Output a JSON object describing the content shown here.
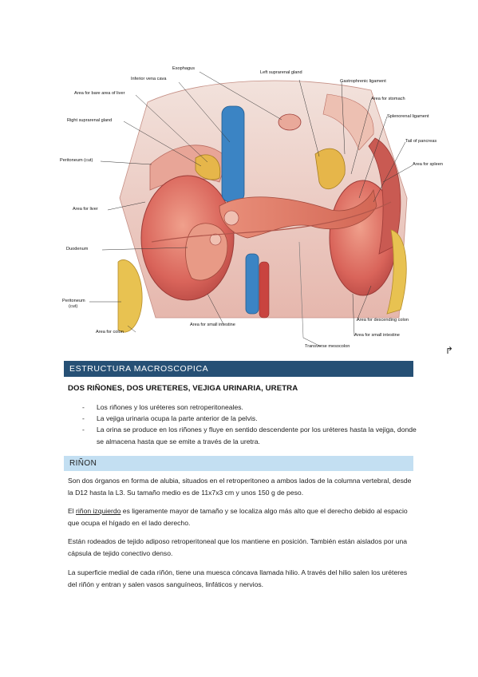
{
  "figure": {
    "labels": {
      "esophagus": "Esophagus",
      "inferior_vena_cava": "Inferior vena cava",
      "left_suprarenal_gland": "Left suprarenal gland",
      "gastrophrenic_ligament": "Gastrophrenic ligament",
      "area_for_bare_area_of_liver": "Area for bare area of liver",
      "area_for_stomach": "Area for stomach",
      "right_suprarenal_gland": "Right suprarenal gland",
      "splenorenal_ligament": "Splenorenal ligament",
      "tail_of_pancreas": "Tail of pancreas",
      "peritoneum_cut_upper": "Peritoneum (cut)",
      "area_for_spleen": "Area for spleen",
      "area_for_liver": "Area for liver",
      "duodenum": "Duodenum",
      "peritoneum_cut_lower_1": "Peritoneum",
      "peritoneum_cut_lower_2": "(cut)",
      "area_for_descending_colon": "Area for descending colon",
      "area_for_colon": "Area for colon",
      "area_for_small_intestine_left": "Area for small intestine",
      "area_for_small_intestine_right": "Area for small intestine",
      "transverse_mesocolon": "Transverse mesocolon"
    }
  },
  "page_mark": "↱",
  "section1": {
    "title": "ESTRUCTURA MACROSCOPICA",
    "heading": "DOS RIÑONES, DOS URETERES, VEJIGA URINARIA, URETRA",
    "bullet_dash": "-",
    "bullets": [
      "Los riñones y los uréteres son retroperitoneales.",
      "La vejiga urinaria ocupa la parte anterior de la pelvis.",
      "La orina se produce en los riñones y fluye en sentido descendente por los uréteres hasta la vejiga, donde se almacena hasta que se emite a través de la uretra."
    ]
  },
  "section2": {
    "title": "RIÑON",
    "p1": "Son dos órganos en forma de alubia, situados en el retroperitoneo a ambos lados de la columna vertebral, desde la D12 hasta la L3. Su tamaño medio es de 11x7x3 cm y unos 150 g de peso.",
    "p2_prefix": "El ",
    "p2_underlined": "riñon izquierdo",
    "p2_rest": " es ligeramente mayor de tamaño y se localiza algo más alto que el derecho debido al espacio que ocupa el hígado en el lado derecho.",
    "p3": "Están rodeados de tejido adiposo retroperitoneal que los mantiene en posición. También están aislados por una cápsula de tejido conectivo denso.",
    "p4": "La superficie medial de cada riñón, tiene una muesca cóncava llamada hilio. A través del hilio salen los uréteres del riñón y entran y salen vasos sanguíneos, linfáticos y nervios."
  },
  "colors": {
    "dark_bar": "#265075",
    "light_bar": "#c3dff2",
    "organ_red": "#d9645a",
    "fat_yellow": "#e8c251",
    "vein_blue": "#3b84c4"
  }
}
